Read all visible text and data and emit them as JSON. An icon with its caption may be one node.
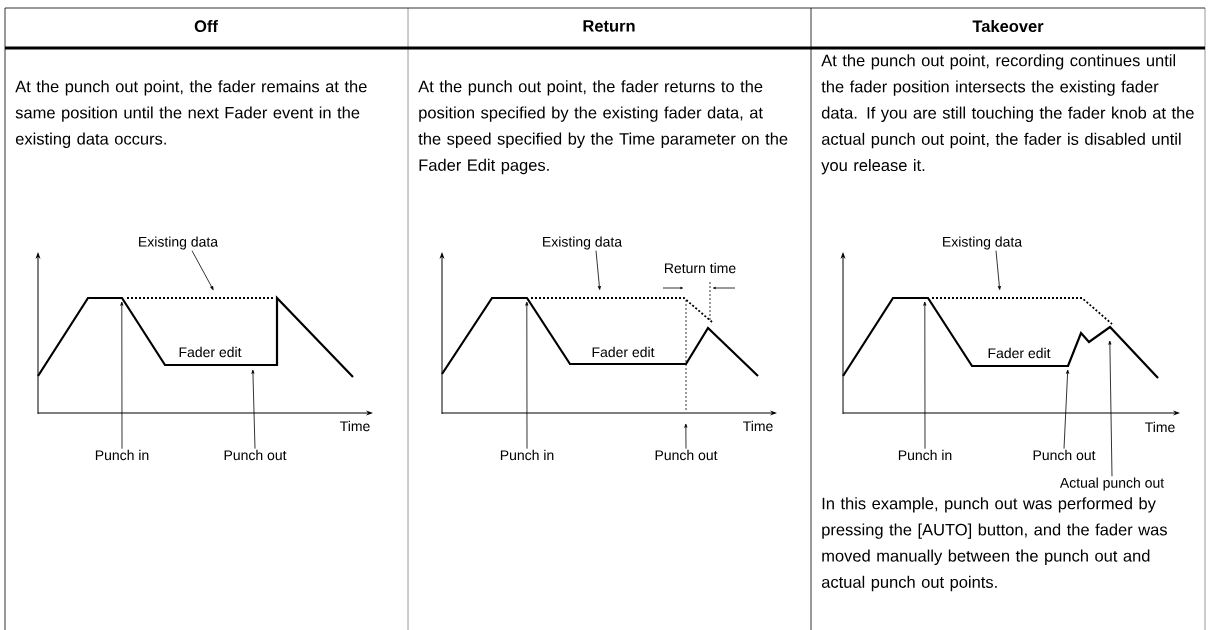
{
  "diagram": {
    "nodes": [
      {
        "text": [
          "Existing data"
        ]
      },
      {
        "text": [],
        "shape": "picture"
      },
      {
        "text": [
          "Punch in"
        ]
      },
      {
        "text": [
          "Punch out"
        ]
      },
      {
        "text": [
          "Existing data"
        ]
      },
      {
        "text": [],
        "shape": "picture"
      },
      {
        "text": [
          "Punch in"
        ]
      },
      {
        "text": [
          "Punch out"
        ]
      },
      {
        "text": [
          "Existing data"
        ]
      },
      {
        "text": [],
        "shape": "picture"
      },
      {
        "text": [
          "Punch in"
        ]
      },
      {
        "text": [
          "Punch out"
        ]
      },
      {
        "text": [
          "Actual punch out"
        ]
      }
    ],
    "edges": [
      {
        "from": 0,
        "to": 1,
        "arrow": "to"
      },
      {
        "from": 2,
        "to": 1,
        "arrow": "to"
      },
      {
        "from": 3,
        "to": 1,
        "arrow": "to"
      },
      {
        "from": 4,
        "to": 5,
        "arrow": "to"
      },
      {
        "from": 6,
        "to": 5,
        "arrow": "to"
      },
      {
        "from": 7,
        "to": 5,
        "arrow": "to"
      },
      {
        "from": 8,
        "to": 9,
        "arrow": "to"
      },
      {
        "from": 10,
        "to": 9,
        "arrow": "to"
      },
      {
        "from": 11,
        "to": 9,
        "arrow": "to"
      },
      {
        "from": 12,
        "to": 9,
        "arrow": "to"
      }
    ],
    "labels": [
      "Off",
      "Return",
      "Takeover",
      "At the punch out point, the fader remains at the same position until the next Fader event in the existing data occurs.",
      "At the punch out point, the fader returns to the position specified by the existing fader data, at the speed specified by the Time parameter on the Fader Edit pages.",
      "At the punch out point, recording continues until the fader position intersects the existing fader data. If you are still touching the fader knob at the actual punch out point, the fader is disabled until you release it.",
      "Fader edit",
      "Time",
      "Fader edit",
      "Return time",
      "Time",
      "Fader edit",
      "Time",
      "In this example, punch out was performed by pressing the [AUTO] button, and the fader was moved manually between the punch out and actual punch out points."
    ]
  }
}
